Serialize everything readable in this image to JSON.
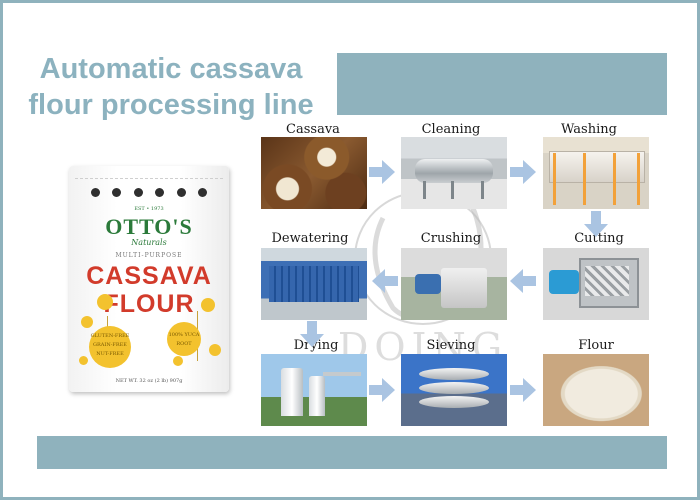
{
  "title": {
    "line1": "Automatic cassava",
    "line2": "flour processing line"
  },
  "colors": {
    "accent": "#8fb2bd",
    "arrow": "#aac4e2",
    "title": "#8cb2bf"
  },
  "product": {
    "badges": 6,
    "brand_top": "EST • 1973",
    "brand": "OTTO'S",
    "brand_sub": "Naturals",
    "multipurpose": "MULTI-PURPOSE",
    "name_line1": "CASSAVA",
    "name_line2": "FLOUR",
    "claims": "GLUTEN-FREE\nGRAIN-FREE\nNUT-FREE",
    "claim2": "100% YUCA ROOT",
    "net_weight": "NET WT. 32 oz (2 lb) 907g"
  },
  "steps": [
    {
      "label": "Cassava",
      "photo": "cassava-photo"
    },
    {
      "label": "Cleaning",
      "photo": "cleaning-machine-photo"
    },
    {
      "label": "Washing",
      "photo": "washing-tank-photo"
    },
    {
      "label": "Cutting",
      "photo": "cutting-machine-photo"
    },
    {
      "label": "Crushing",
      "photo": "crushing-machine-photo"
    },
    {
      "label": "Dewatering",
      "photo": "dewatering-press-photo"
    },
    {
      "label": "Drying",
      "photo": "drying-tower-photo"
    },
    {
      "label": "Sieving",
      "photo": "sieving-machine-photo"
    },
    {
      "label": "Flour",
      "photo": "flour-bowl-photo"
    }
  ],
  "arrows": [
    "right",
    "right",
    "down",
    "left",
    "left",
    "down",
    "right",
    "right"
  ],
  "watermark": {
    "icon": "doing-logo-watermark",
    "text": "DOING"
  }
}
